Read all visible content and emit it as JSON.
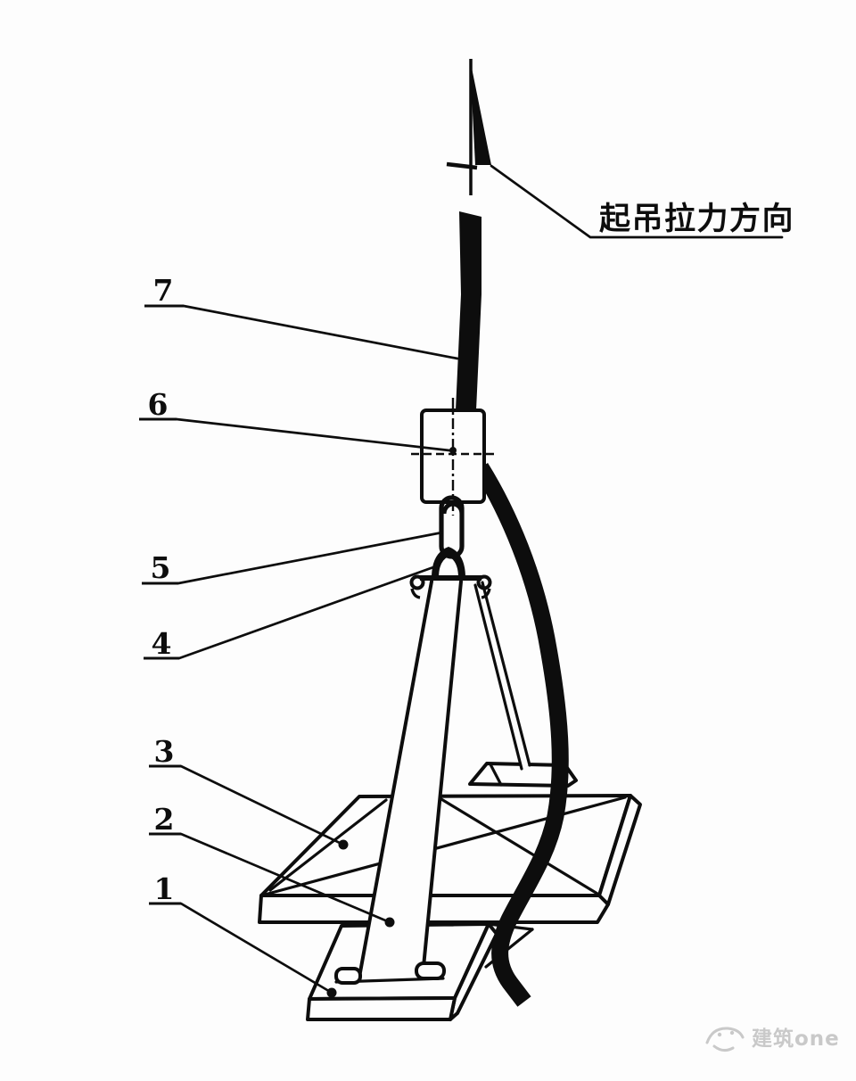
{
  "page": {
    "background": "#fdfdfd",
    "ink_color": "#0d0d0d",
    "watermark_color": "#c9c9c9"
  },
  "diagram": {
    "annotation": {
      "text": "起吊拉力方向"
    },
    "part_labels": [
      {
        "num": "7"
      },
      {
        "num": "6"
      },
      {
        "num": "5"
      },
      {
        "num": "4"
      },
      {
        "num": "3"
      },
      {
        "num": "2"
      },
      {
        "num": "1"
      }
    ],
    "watermark": {
      "text": "建筑one"
    }
  }
}
